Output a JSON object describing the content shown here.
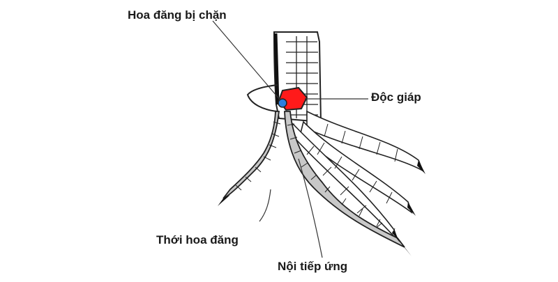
{
  "labels": {
    "top": "Hoa đăng bị chặn",
    "right": "Độc giáp",
    "left": "Thới hoa đăng",
    "bottom": "Nội tiếp ứng"
  },
  "colors": {
    "doc_giap": "#ff1a1a",
    "hoa_dang": "#2b7fe0",
    "scale_gray": "#c8c8c8",
    "outline": "#222222"
  }
}
